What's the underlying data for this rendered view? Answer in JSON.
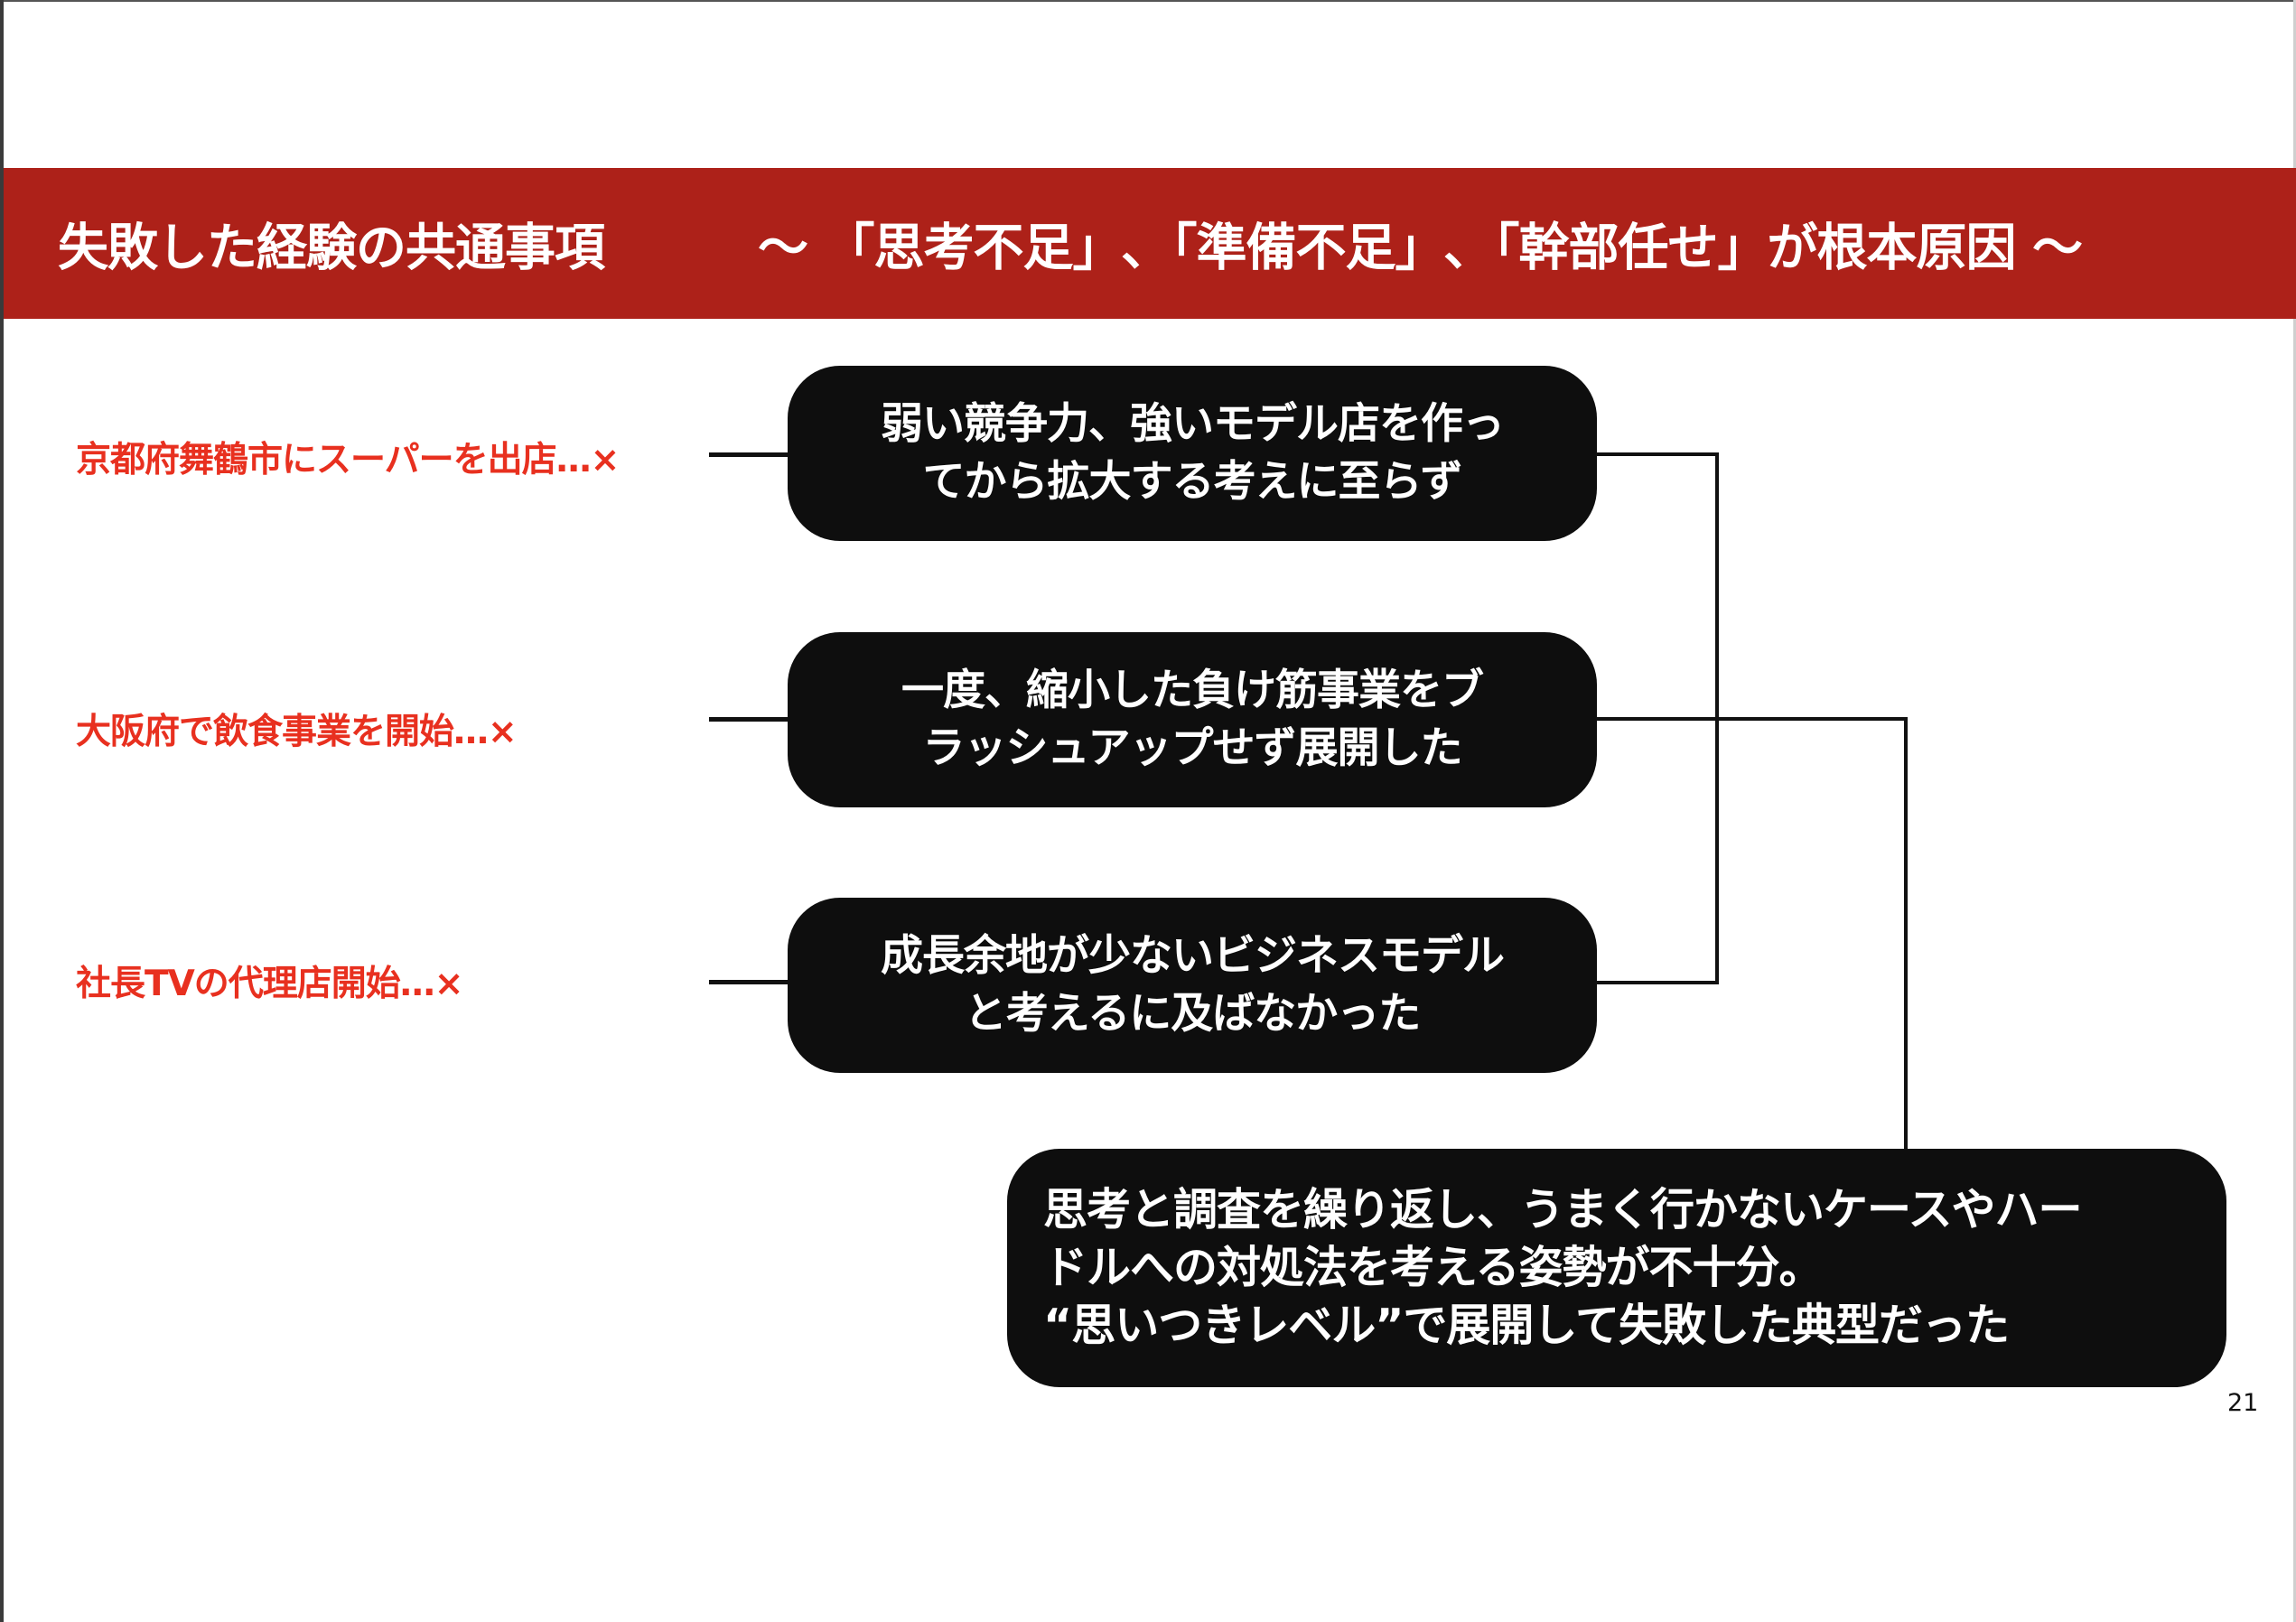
{
  "header": {
    "title": "失敗した経験の共通事項",
    "subtitle": "～ 「思考不足」､「準備不足」､「幹部任せ」が根本原因 ～"
  },
  "cases": [
    {
      "label": "京都府舞鶴市にスーパーを出店…×",
      "cause": "弱い競争力、強いモデル店を作っ\nてから拡大する考えに至らず"
    },
    {
      "label": "大阪府で飲食事業を開始…×",
      "cause": "一度、縮小した負け筋事業をブ\nラッシュアップせず展開した"
    },
    {
      "label": "社長TVの代理店開始…×",
      "cause": "成長余地が少ないビジネスモデル\nと考えるに及ばなかった"
    }
  ],
  "conclusion": "思考と調査を繰り返し、うまく行かないケースやハー\nドルへの対処法を考える姿勢が不十分。\n“思いつきレベル”で展開して失敗した典型だった",
  "page_number": "21",
  "colors": {
    "banner": "#ad2119",
    "label": "#e8301f",
    "box": "#0e0e0e"
  }
}
